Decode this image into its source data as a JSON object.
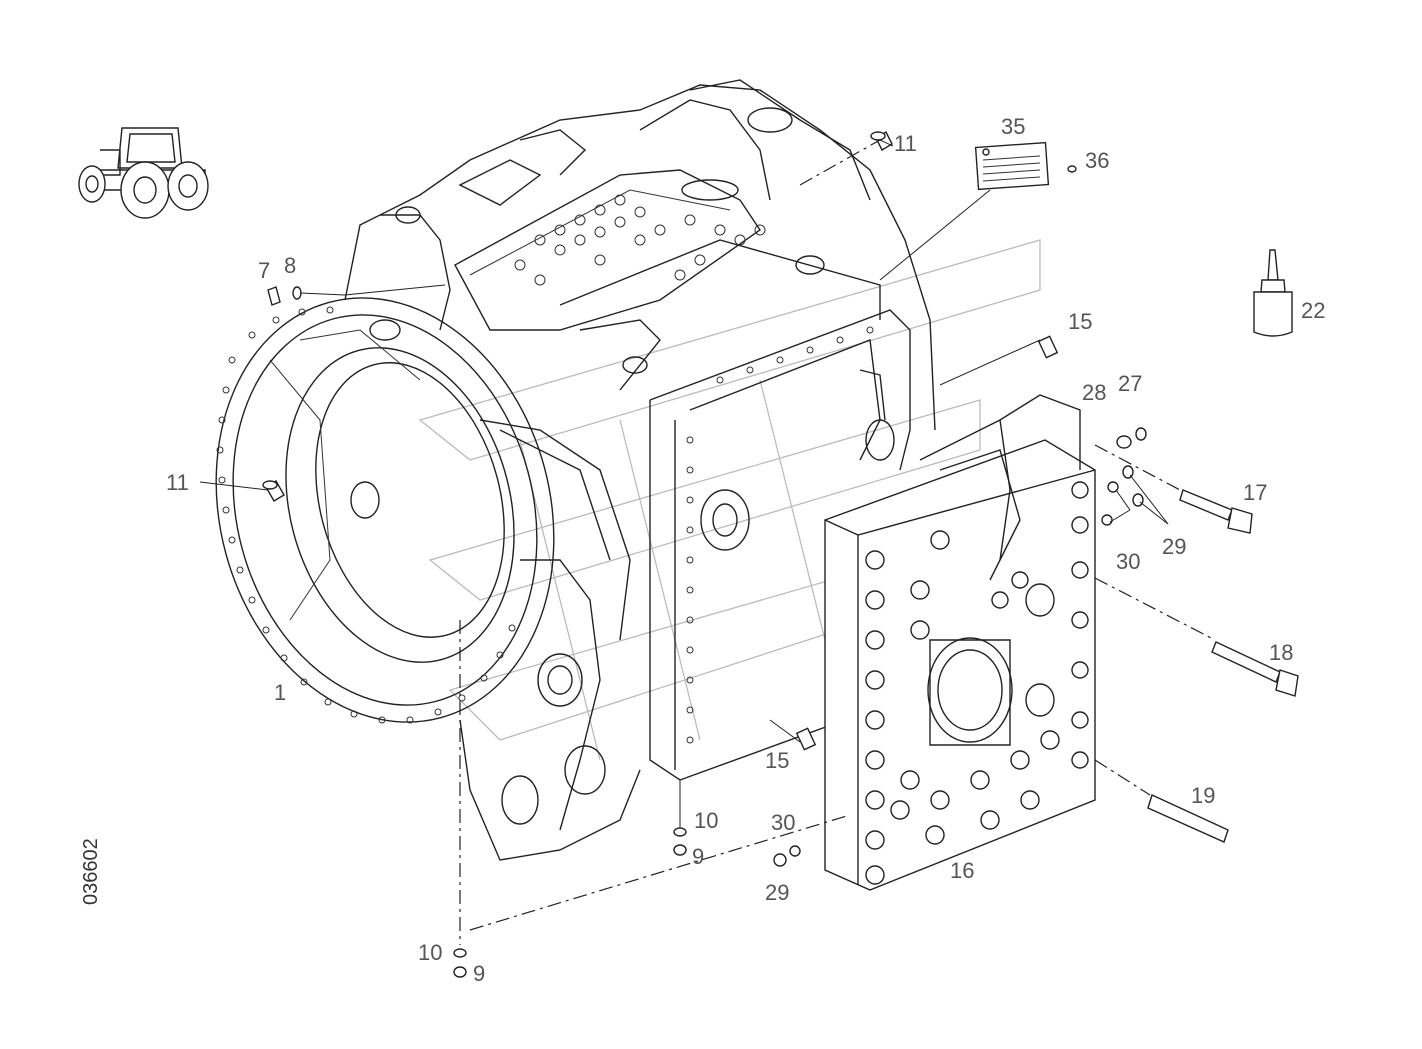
{
  "drawing_number": "036602",
  "callouts": {
    "c1": "1",
    "c7": "7",
    "c8": "8",
    "c9a": "9",
    "c9b": "9",
    "c10a": "10",
    "c10b": "10",
    "c11a": "11",
    "c11b": "11",
    "c15a": "15",
    "c15b": "15",
    "c16": "16",
    "c17": "17",
    "c18": "18",
    "c19": "19",
    "c22": "22",
    "c27": "27",
    "c28": "28",
    "c29a": "29",
    "c29b": "29",
    "c30a": "30",
    "c30b": "30",
    "c35": "35",
    "c36": "36"
  }
}
